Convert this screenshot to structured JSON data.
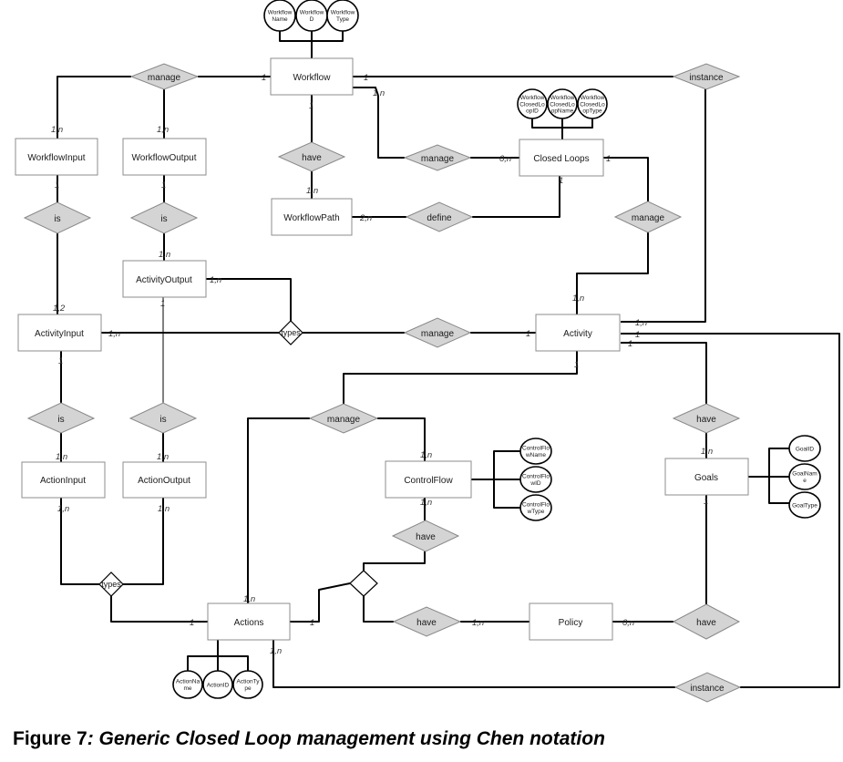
{
  "diagram": {
    "entities": {
      "workflow": "Workflow",
      "workflow_input": "WorkflowInput",
      "workflow_output": "WorkflowOutput",
      "workflow_path": "WorkflowPath",
      "closed_loops": "Closed Loops",
      "activity_output": "ActivityOutput",
      "activity_input": "ActivityInput",
      "activity": "Activity",
      "action_input": "ActionInput",
      "action_output": "ActionOutput",
      "control_flow": "ControlFlow",
      "goals": "Goals",
      "actions": "Actions",
      "policy": "Policy"
    },
    "relationships": {
      "manage_top": "manage",
      "instance_top": "instance",
      "have_path": "have",
      "manage_closed": "manage",
      "define": "define",
      "is_wi": "is",
      "is_wo": "is",
      "manage_cl_activity": "manage",
      "manage_activity": "manage",
      "is_ai": "is",
      "is_ao": "is",
      "manage_actions": "manage",
      "have_goals": "have",
      "have_cf": "have",
      "have_policy": "have",
      "have_goals_policy": "have",
      "instance_bottom": "instance"
    },
    "small_diamonds": {
      "types_activity": "types",
      "types_actions": "types"
    },
    "attributes": {
      "workflow": [
        "Workflow Name",
        "Workflow ID",
        "Workflow Type"
      ],
      "closed_loops": [
        "Workflow ClosedLoopID",
        "Workflow ClosedLoopName",
        "Workflow ClosedLoopType"
      ],
      "control_flow": [
        "ControlFlowName",
        "ControlFlowID",
        "ControlFlowType"
      ],
      "goals": [
        "GoalID",
        "GoalName",
        "GoalType"
      ],
      "actions": [
        "ActionName",
        "ActionID",
        "ActionType"
      ]
    },
    "attribute_lines": {
      "workflow": [
        [
          "Workflow",
          "Name"
        ],
        [
          "Workflow",
          "D"
        ],
        [
          "Workflow",
          "Type"
        ]
      ],
      "closed_loops": [
        [
          "Workflow",
          "ClosedLo",
          "opID"
        ],
        [
          "Workflow",
          "ClosedLo",
          "opName"
        ],
        [
          "Workflow",
          "ClosedLo",
          "opType"
        ]
      ],
      "control_flow": [
        [
          "ControlFlo",
          "wName"
        ],
        [
          "ControlFlo",
          "wID"
        ],
        [
          "ControlFlo",
          "wType"
        ]
      ],
      "goals": [
        [
          "GoalID"
        ],
        [
          "GoalNam",
          "e"
        ],
        [
          "GoalType"
        ]
      ],
      "actions": [
        [
          "ActionNa",
          "me"
        ],
        [
          "ActionID"
        ],
        [
          "ActionTy",
          "pe"
        ]
      ]
    },
    "cardinalities": {
      "wf_manage": "1",
      "wf_instance": "1",
      "wf_closed": "1,n",
      "wf_have": "1",
      "wi_top": "1,n",
      "wo_top": "1,n",
      "path_top": "1,n",
      "path_define": "2,n",
      "closed_manage": "0,n",
      "closed_right": "1",
      "closed_define": "1",
      "wi_bottom": "1",
      "wo_bottom": "1",
      "ao_top": "1,n",
      "ao_right": "1,n",
      "ai_top": "1,2",
      "ai_right": "1,n",
      "act_left": "1",
      "act_top": "1,n",
      "act_instance": "1,n",
      "act_right1": "1",
      "act_right2": "1",
      "act_bottom": "1",
      "ai_bottom": "1",
      "ao_bottom": "1",
      "actin_top": "1,n",
      "actout_top": "1,n",
      "actin_bottom": "1,n",
      "actout_bottom": "1,n",
      "cf_top": "1,n",
      "cf_bottom": "1,n",
      "goals_top": "1,n",
      "goals_bottom": "1",
      "actions_top": "1,n",
      "actions_left": "1",
      "actions_right": "1",
      "actions_bottom": "1,n",
      "policy_left": "1,n",
      "policy_right": "0,n"
    }
  },
  "caption": {
    "label": "Figure 7",
    "text": ": Generic Closed Loop management using Chen notation"
  }
}
